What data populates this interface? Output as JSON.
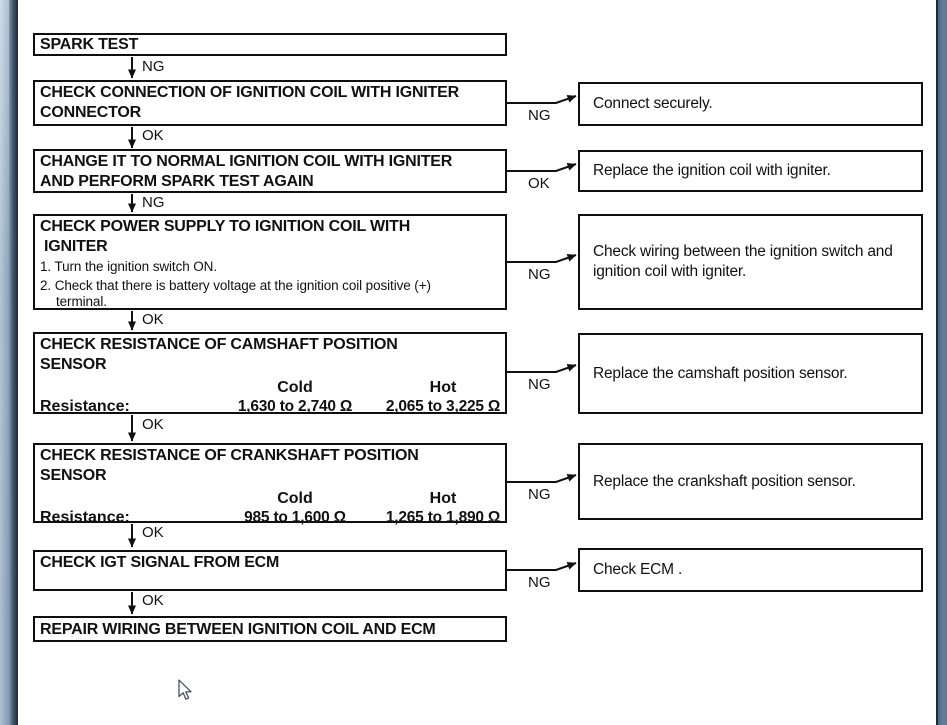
{
  "page": {
    "background": "#ffffff",
    "line_color": "#111111",
    "edge_colors": {
      "left_light": "#a2b8cf",
      "left_dark": "#42566b",
      "right_bar": "#66809c",
      "edge_line": "#1c2a38"
    }
  },
  "flow": {
    "left_boxes": [
      {
        "title": "SPARK TEST"
      },
      {
        "line1": "CHECK CONNECTION OF IGNITION COIL WITH IGNITER",
        "line2": "CONNECTOR"
      },
      {
        "line1": "CHANGE IT TO NORMAL IGNITION COIL WITH IGNITER",
        "line2": "AND PERFORM SPARK TEST AGAIN"
      },
      {
        "line1": "CHECK POWER SUPPLY TO IGNITION COIL WITH",
        "line2": "IGNITER",
        "items": [
          "1. Turn the ignition switch ON.",
          "2. Check that there is battery voltage at the ignition coil positive (+)",
          "terminal."
        ]
      },
      {
        "line1": "CHECK RESISTANCE OF CAMSHAFT POSITION",
        "line2": "SENSOR",
        "spec_label": "Resistance:",
        "col_cold": "Cold",
        "col_hot": "Hot",
        "cold_value": "1,630 to 2,740 Ω",
        "hot_value": "2,065 to 3,225 Ω"
      },
      {
        "line1": "CHECK RESISTANCE OF CRANKSHAFT POSITION",
        "line2": "SENSOR",
        "spec_label": "Resistance:",
        "col_cold": "Cold",
        "col_hot": "Hot",
        "cold_value": "985 to 1,600 Ω",
        "hot_value": "1,265 to 1,890 Ω"
      },
      {
        "title": "CHECK IGT SIGNAL FROM ECM"
      },
      {
        "title": "REPAIR WIRING BETWEEN IGNITION COIL AND ECM"
      }
    ],
    "down_arrow_labels": [
      "NG",
      "OK",
      "NG",
      "OK",
      "OK",
      "OK",
      "OK"
    ],
    "branches": [
      {
        "label": "NG",
        "action": "Connect securely."
      },
      {
        "label": "OK",
        "action": "Replace the ignition coil with igniter."
      },
      {
        "label": "NG",
        "action_line1": "Check wiring between the ignition switch and",
        "action_line2": "ignition coil with igniter."
      },
      {
        "label": "NG",
        "action": "Replace the camshaft position sensor."
      },
      {
        "label": "NG",
        "action": "Replace the crankshaft position sensor."
      },
      {
        "label": "NG",
        "action": "Check ECM ."
      }
    ]
  }
}
